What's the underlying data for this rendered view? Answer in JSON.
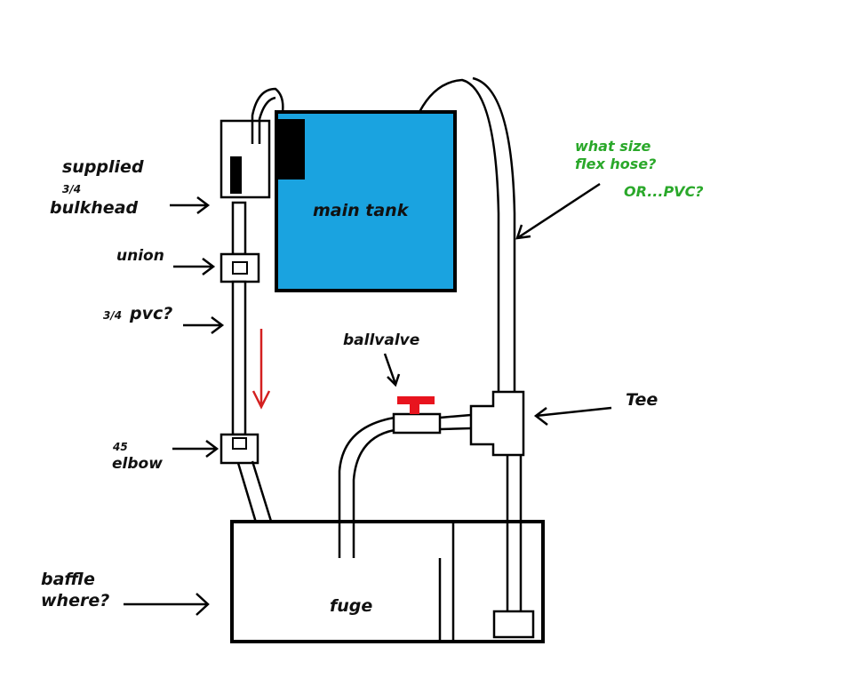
{
  "labels": {
    "supplied": "supplied",
    "size_34_a": "3/4",
    "bulkhead": "bulkhead",
    "union": "union",
    "pvc_size": "3/4",
    "pvc": "pvc?",
    "elbow_num": "45",
    "elbow": "elbow",
    "baffle": "baffle",
    "where": "where?",
    "main_tank": "main tank",
    "ballvalve": "ballvalve",
    "tee": "Tee",
    "fuge": "fuge",
    "hose_q1": "what size",
    "hose_q2": "flex hose?",
    "or_pvc": "OR...PVC?"
  },
  "colors": {
    "tank": "#1aa3e0",
    "valve": "#e8141e",
    "flow_arrow": "#d42020",
    "question": "#2aa82a",
    "ink": "#000000"
  }
}
